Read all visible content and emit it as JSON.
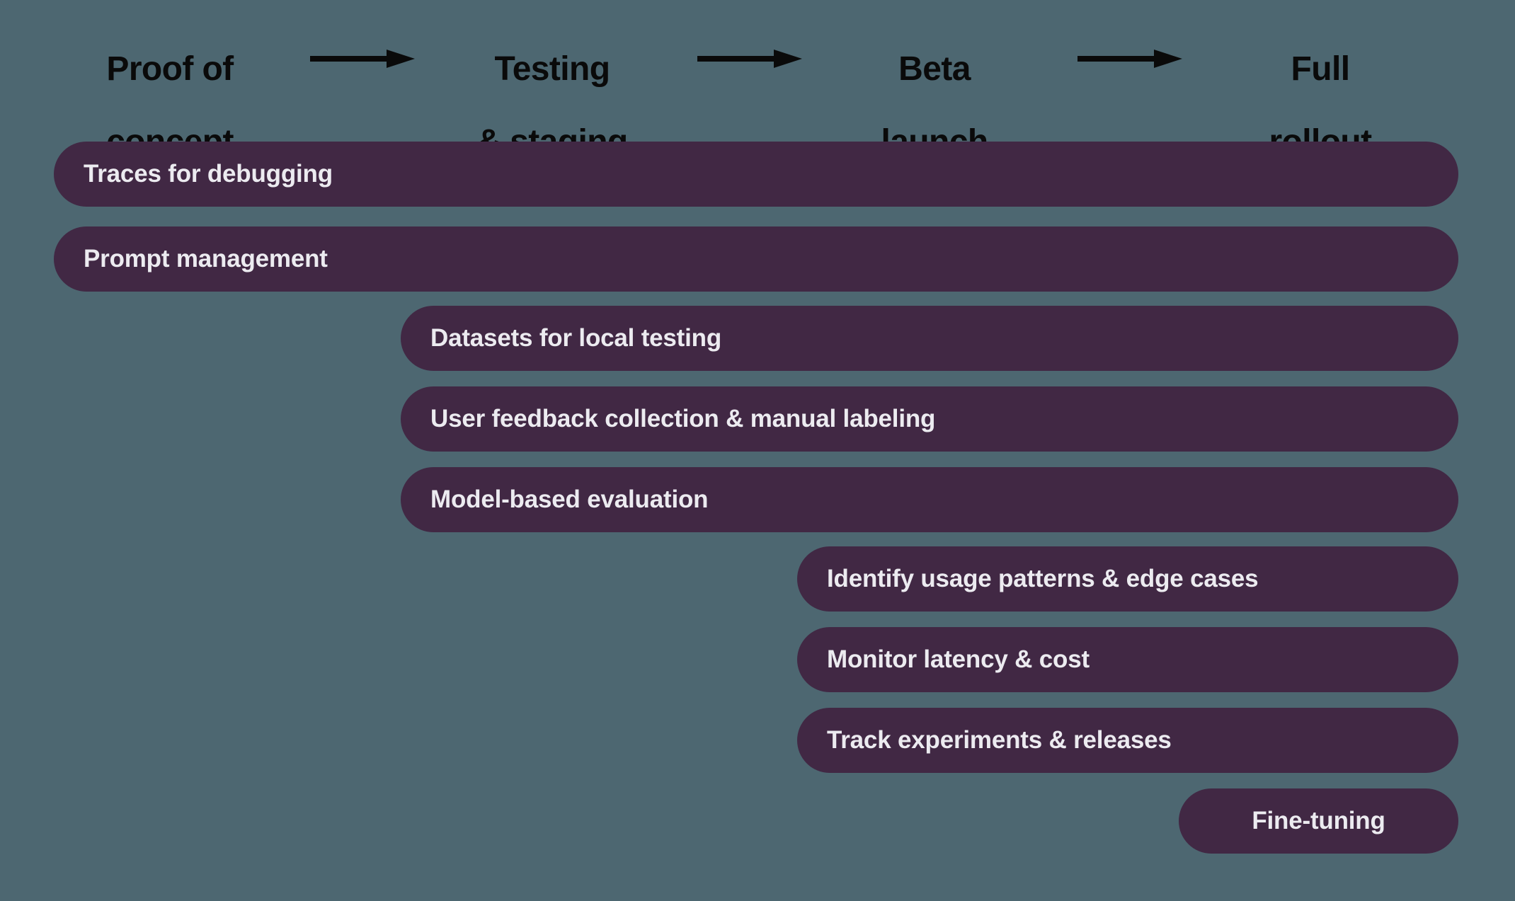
{
  "diagram": {
    "background_color": "#4d6771",
    "bar_color": "#412844",
    "bar_text_color": "#ecebf0",
    "header_text_color": "#0a0a0a",
    "stages": [
      {
        "label": "Proof of\nconcept",
        "line1": "Proof of",
        "line2": "concept"
      },
      {
        "label": "Testing\n& staging",
        "line1": "Testing",
        "line2": "& staging"
      },
      {
        "label": "Beta\nlaunch",
        "line1": "Beta",
        "line2": "launch"
      },
      {
        "label": "Full\nrollout",
        "line1": "Full",
        "line2": "rollout"
      }
    ],
    "arrows": [
      {
        "name": "arrow-poc-to-testing"
      },
      {
        "name": "arrow-testing-to-beta"
      },
      {
        "name": "arrow-beta-to-rollout"
      }
    ],
    "bars": [
      {
        "label": "Traces for debugging",
        "start_stage": 1,
        "end_stage": 4,
        "align": "left"
      },
      {
        "label": "Prompt management",
        "start_stage": 1,
        "end_stage": 4,
        "align": "left"
      },
      {
        "label": "Datasets for local testing",
        "start_stage": 2,
        "end_stage": 4,
        "align": "left"
      },
      {
        "label": "User feedback collection & manual labeling",
        "start_stage": 2,
        "end_stage": 4,
        "align": "left"
      },
      {
        "label": "Model-based evaluation",
        "start_stage": 2,
        "end_stage": 4,
        "align": "left"
      },
      {
        "label": "Identify usage patterns & edge cases",
        "start_stage": 3,
        "end_stage": 4,
        "align": "left"
      },
      {
        "label": "Monitor latency & cost",
        "start_stage": 3,
        "end_stage": 4,
        "align": "left"
      },
      {
        "label": "Track experiments & releases",
        "start_stage": 3,
        "end_stage": 4,
        "align": "left"
      },
      {
        "label": "Fine-tuning",
        "start_stage": 4,
        "end_stage": 4,
        "align": "center"
      }
    ]
  },
  "chart_data": {
    "type": "bar",
    "title": "",
    "xlabel": "",
    "ylabel": "",
    "categories": [
      "Proof of concept",
      "Testing & staging",
      "Beta launch",
      "Full rollout"
    ],
    "series": [
      {
        "name": "Traces for debugging",
        "span_start": 1,
        "span_end": 4
      },
      {
        "name": "Prompt management",
        "span_start": 1,
        "span_end": 4
      },
      {
        "name": "Datasets for local testing",
        "span_start": 2,
        "span_end": 4
      },
      {
        "name": "User feedback collection & manual labeling",
        "span_start": 2,
        "span_end": 4
      },
      {
        "name": "Model-based evaluation",
        "span_start": 2,
        "span_end": 4
      },
      {
        "name": "Identify usage patterns & edge cases",
        "span_start": 3,
        "span_end": 4
      },
      {
        "name": "Monitor latency & cost",
        "span_start": 3,
        "span_end": 4
      },
      {
        "name": "Track experiments & releases",
        "span_start": 3,
        "span_end": 4
      },
      {
        "name": "Fine-tuning",
        "span_start": 4,
        "span_end": 4
      }
    ],
    "legend": [],
    "grid": false
  }
}
